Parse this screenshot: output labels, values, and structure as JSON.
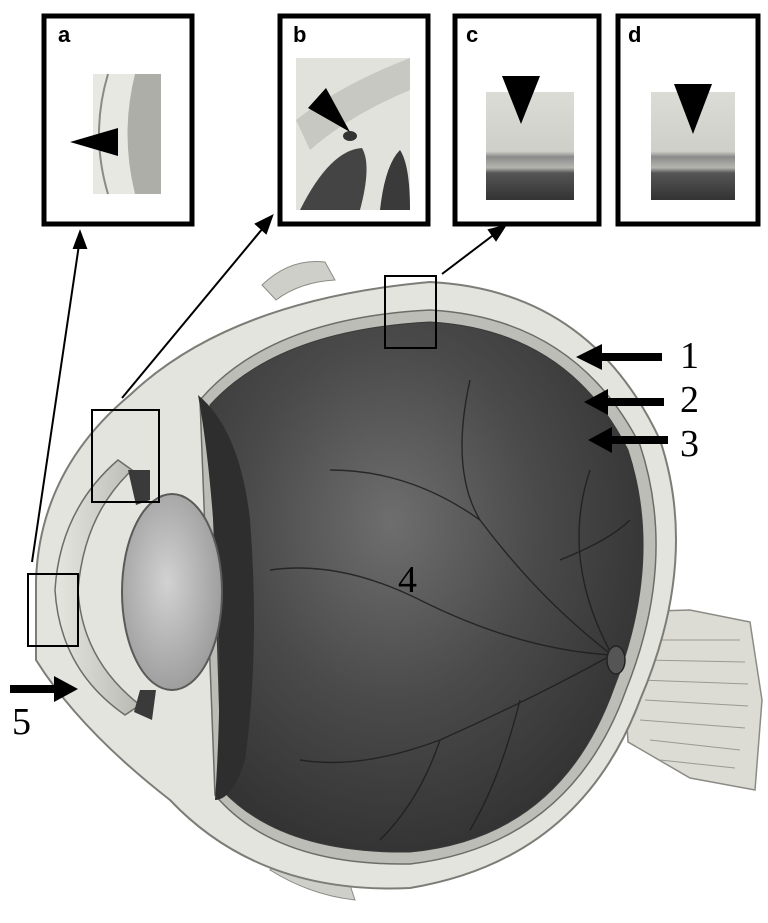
{
  "figure": {
    "inset_panels": [
      {
        "id": "a",
        "label": "a"
      },
      {
        "id": "b",
        "label": "b"
      },
      {
        "id": "c",
        "label": "c"
      },
      {
        "id": "d",
        "label": "d"
      }
    ],
    "side_labels": [
      {
        "id": "1",
        "label": "1"
      },
      {
        "id": "2",
        "label": "2"
      },
      {
        "id": "3",
        "label": "3"
      }
    ],
    "center_label": "4",
    "anterior_label": "5"
  }
}
